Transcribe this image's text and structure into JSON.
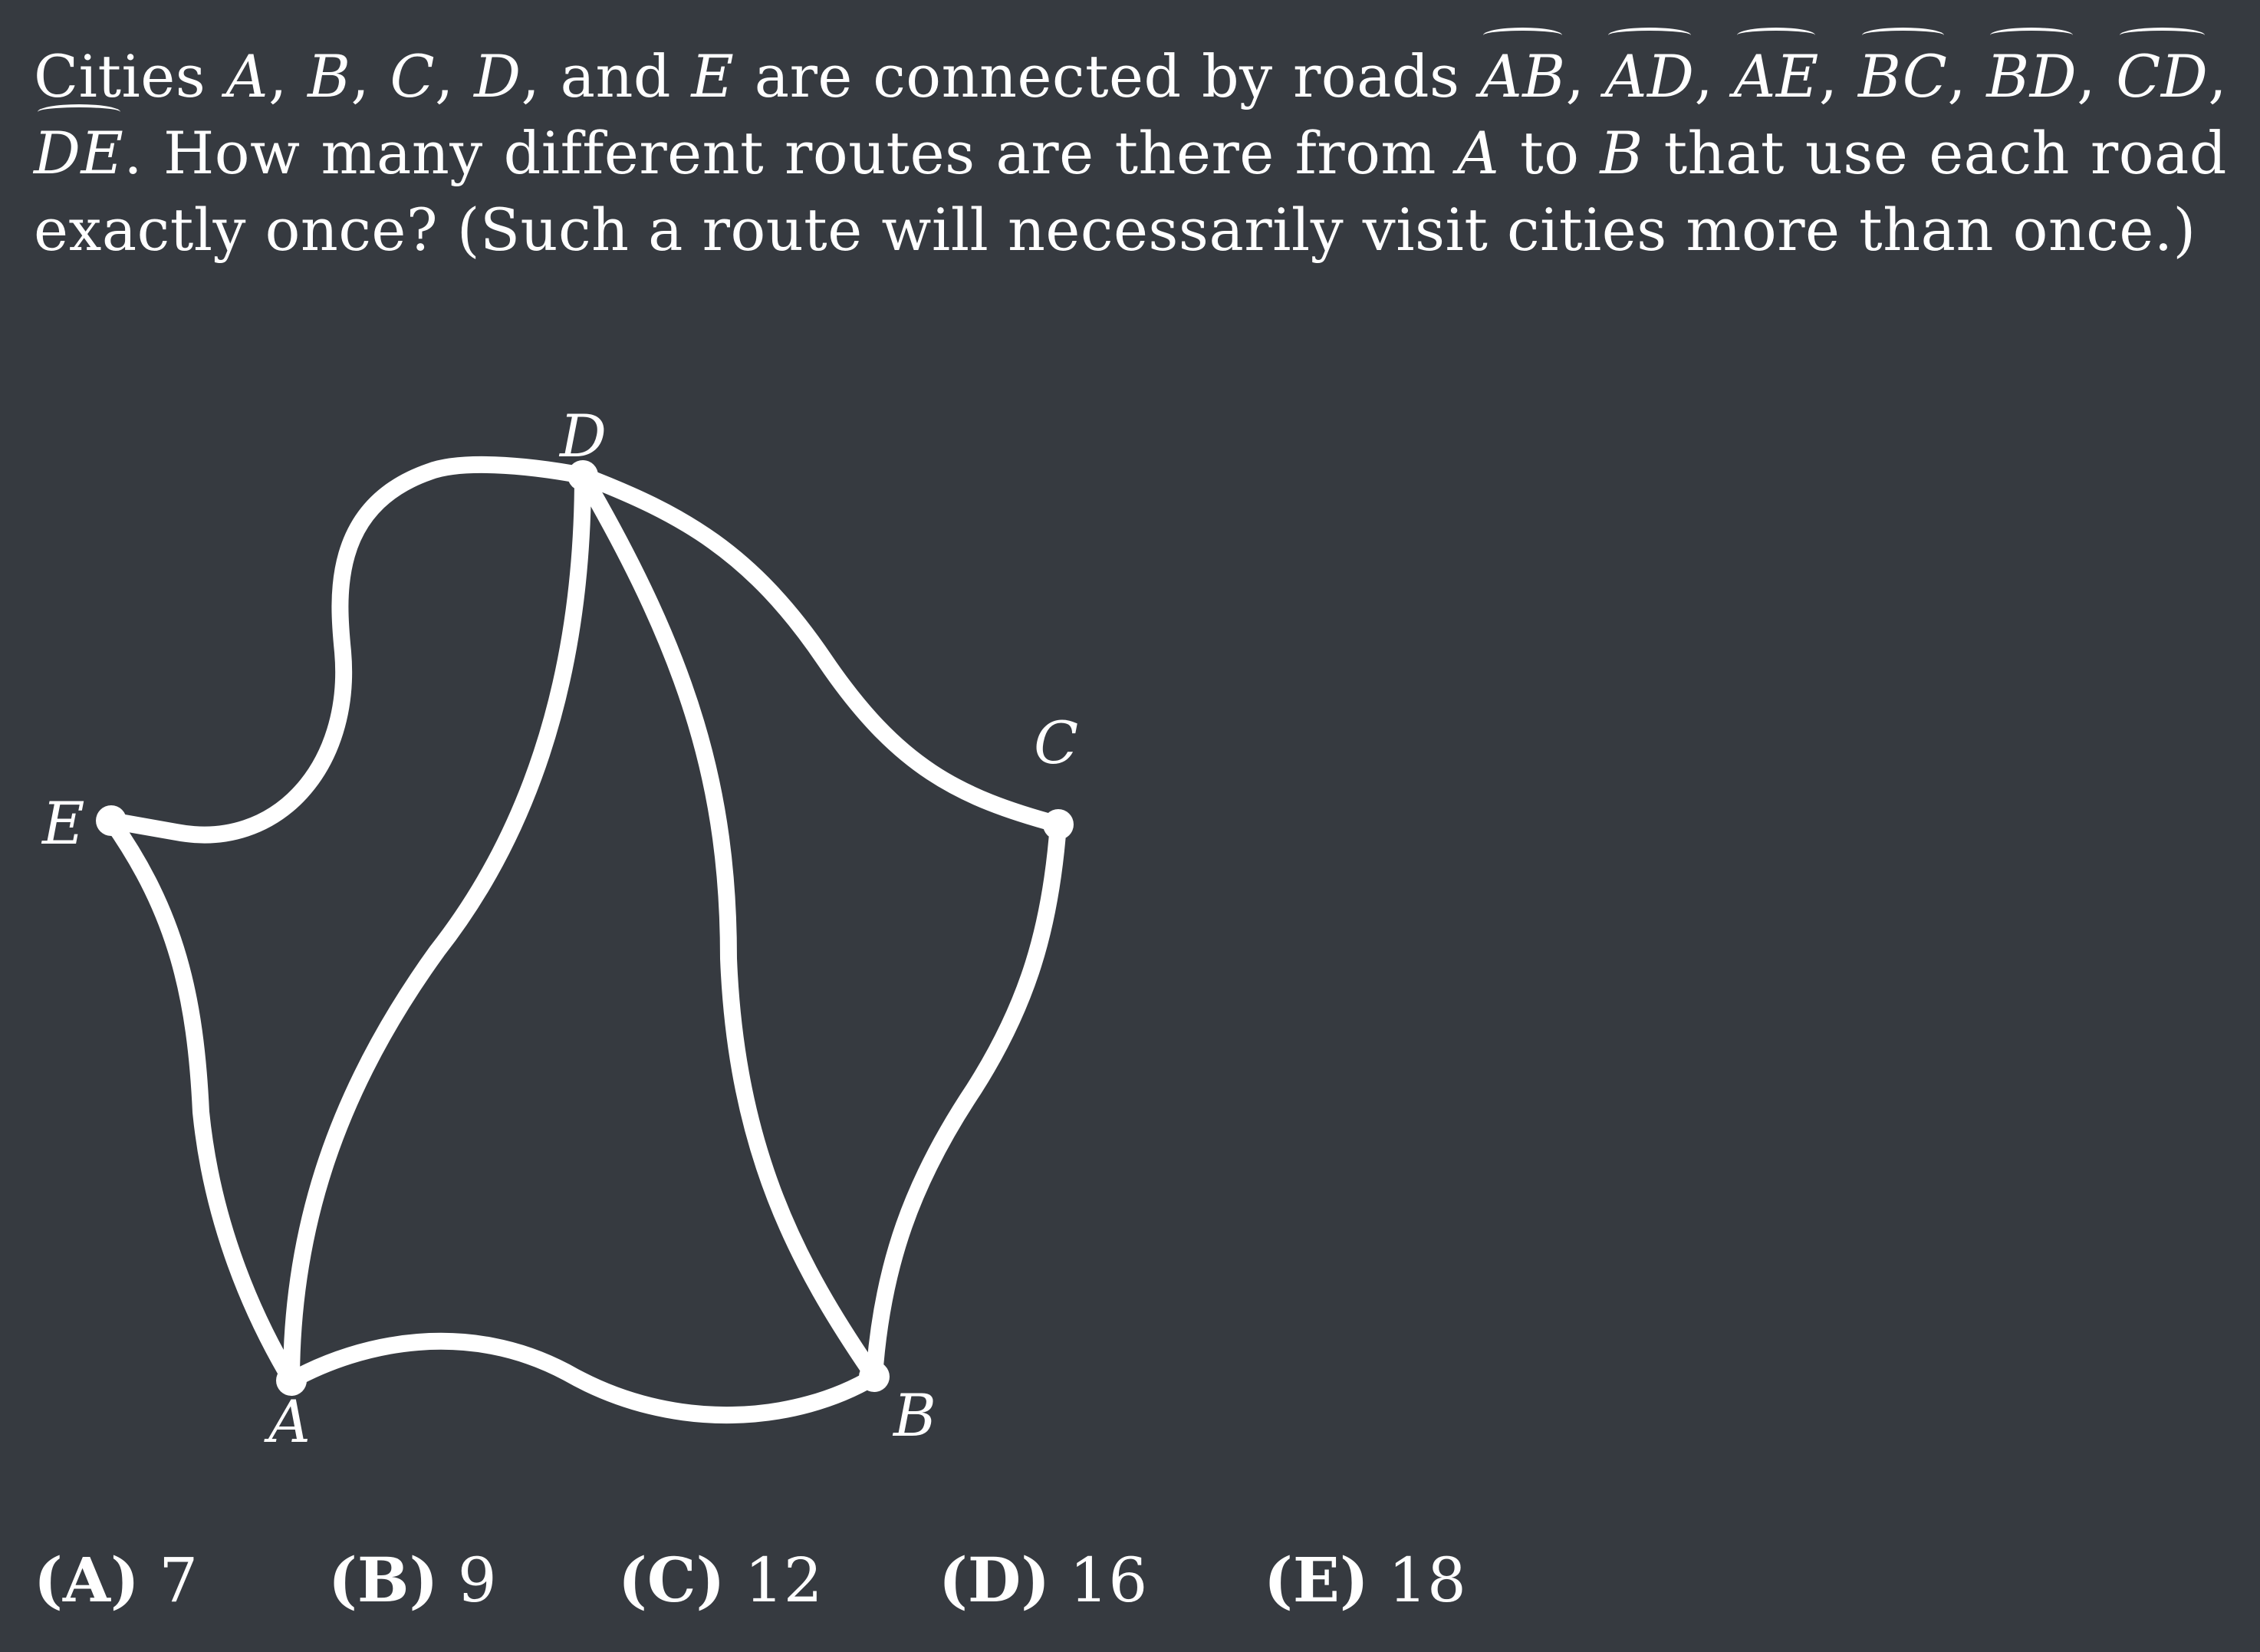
{
  "problem": {
    "intro": "Cities",
    "cities": [
      "A",
      "B",
      "C",
      "D",
      "E"
    ],
    "connector": "are connected by roads",
    "roads": [
      "AB",
      "AD",
      "AE",
      "BC",
      "BD",
      "CD",
      "DE"
    ],
    "question_start": "How many different routes are there from",
    "from_city": "A",
    "to_word": "to",
    "to_city": "B",
    "question_end": "that use each road exactly once?",
    "note": "(Such a route will necessarily visit cities more than once.)"
  },
  "diagram": {
    "city_labels": {
      "A": "A",
      "B": "B",
      "C": "C",
      "D": "D",
      "E": "E"
    }
  },
  "choices": [
    {
      "letter": "(A)",
      "value": "7"
    },
    {
      "letter": "(B)",
      "value": "9"
    },
    {
      "letter": "(C)",
      "value": "12"
    },
    {
      "letter": "(D)",
      "value": "16"
    },
    {
      "letter": "(E)",
      "value": "18"
    }
  ]
}
